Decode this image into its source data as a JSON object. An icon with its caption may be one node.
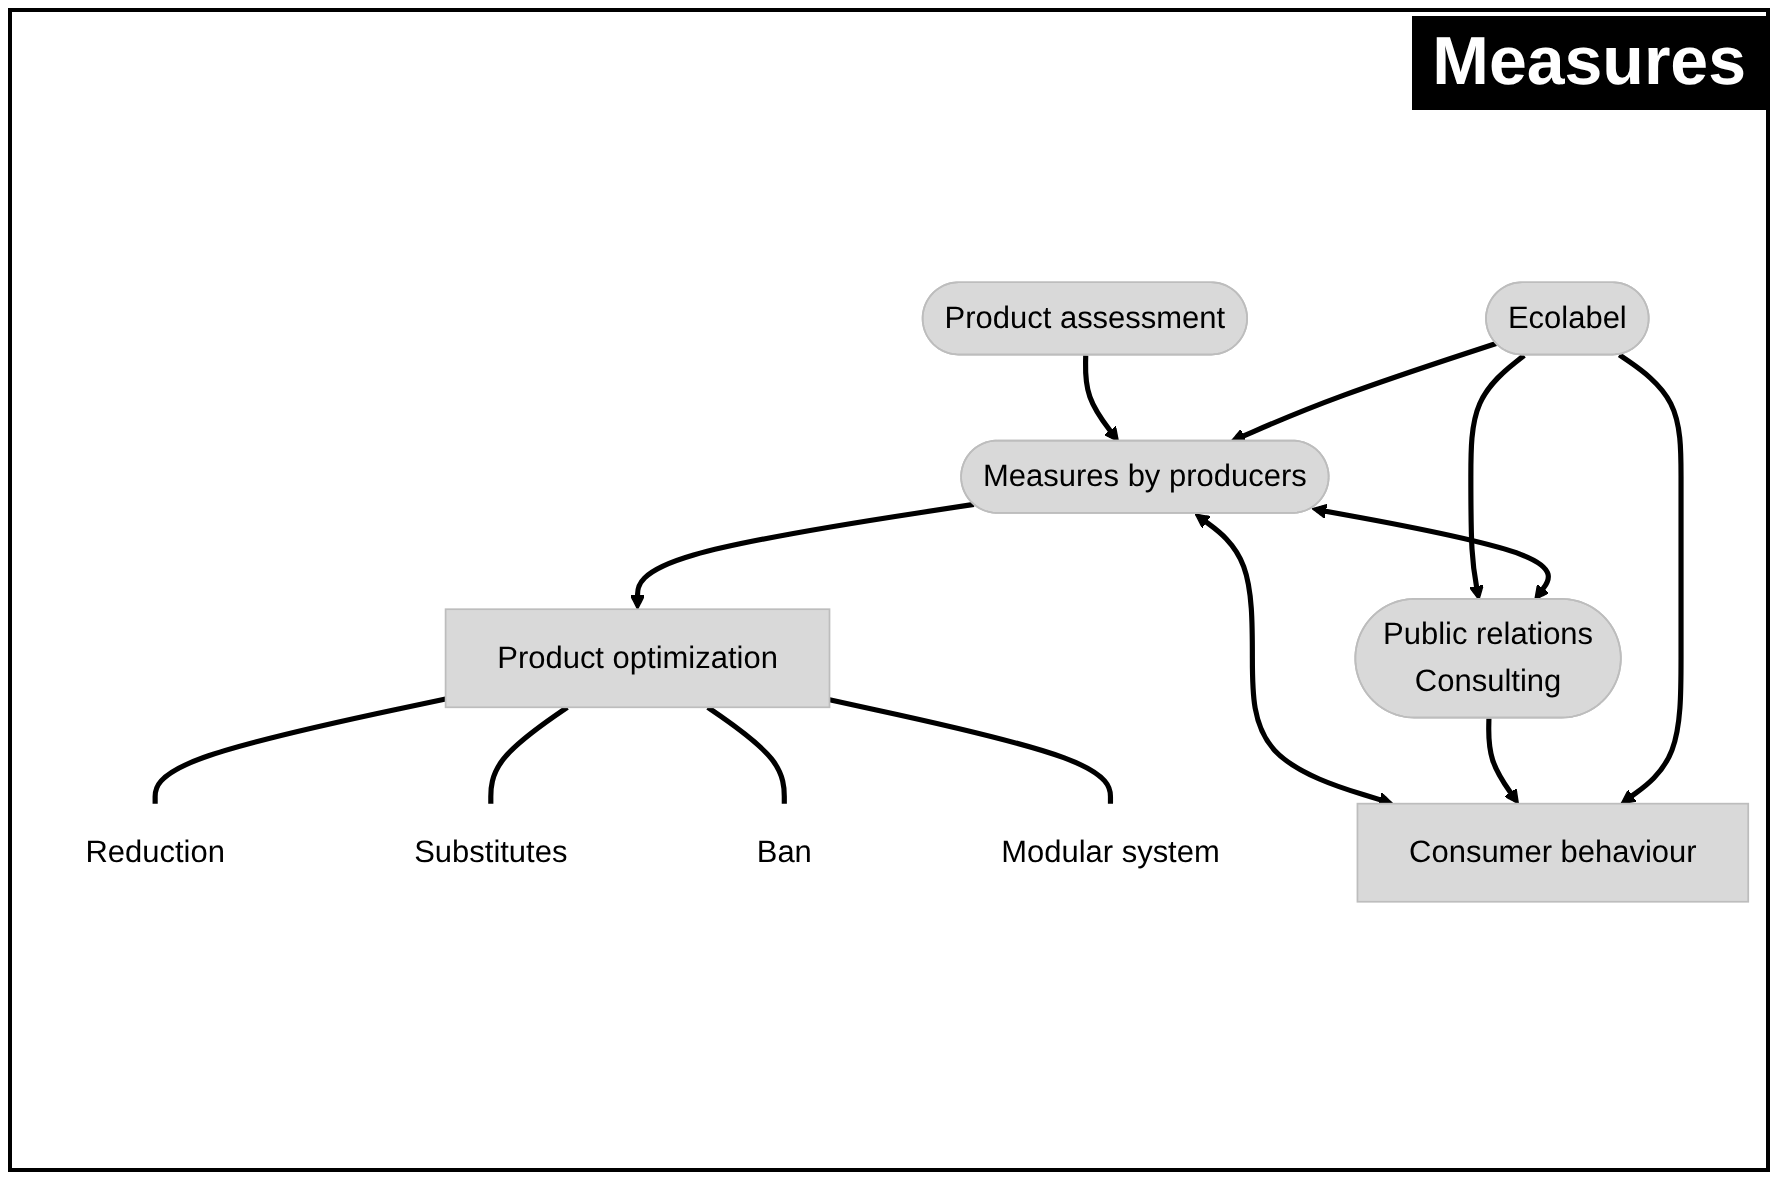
{
  "diagram": {
    "title": "Measures",
    "nodes": [
      {
        "text": [
          "Product assessment"
        ]
      },
      {
        "text": [
          "Measures by producers"
        ]
      },
      {
        "text": [
          "Product optimization"
        ]
      },
      {
        "text": [
          "Reduction"
        ]
      },
      {
        "text": [
          "Substitutes"
        ]
      },
      {
        "text": [
          "Ban"
        ]
      },
      {
        "text": [
          "Modular system"
        ]
      },
      {
        "text": [
          "Ecolabel"
        ]
      },
      {
        "text": [
          "Public relations",
          "Consulting"
        ]
      },
      {
        "text": [
          "Consumer behaviour"
        ]
      }
    ],
    "edges": [
      {
        "from": 0,
        "to": 1,
        "arrow": "to"
      },
      {
        "from": 1,
        "to": 2,
        "arrow": "to"
      },
      {
        "from": 2,
        "to": 3,
        "arrow": "none"
      },
      {
        "from": 2,
        "to": 4,
        "arrow": "none"
      },
      {
        "from": 2,
        "to": 5,
        "arrow": "none"
      },
      {
        "from": 2,
        "to": 6,
        "arrow": "none"
      },
      {
        "from": 7,
        "to": 1,
        "arrow": "to"
      },
      {
        "from": 7,
        "to": 8,
        "arrow": "to"
      },
      {
        "from": 1,
        "to": 8,
        "arrow": "both"
      },
      {
        "from": 1,
        "to": 9,
        "arrow": "both"
      },
      {
        "from": 8,
        "to": 9,
        "arrow": "to"
      },
      {
        "from": 7,
        "to": 9,
        "arrow": "to"
      }
    ]
  }
}
